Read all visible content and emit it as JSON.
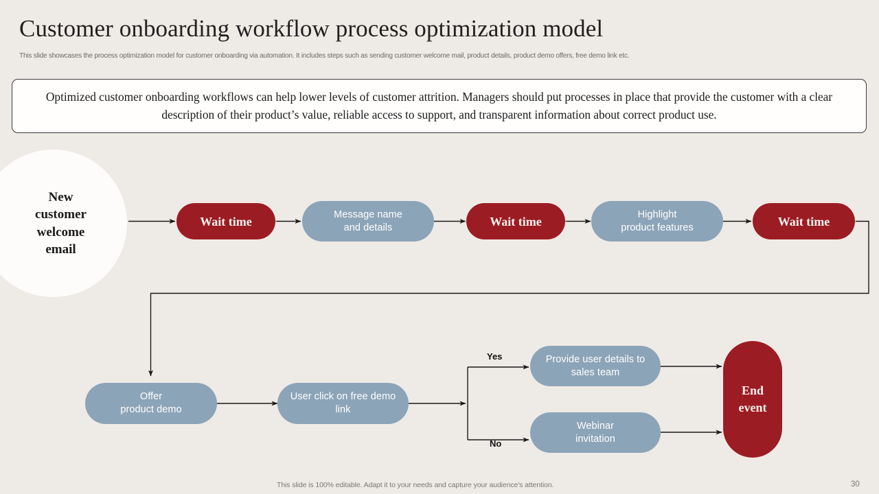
{
  "slide": {
    "title": "Customer onboarding workflow process optimization model",
    "subtitle": "This slide showcases the process optimization model for customer onboarding via automation. It includes steps such as sending customer welcome mail, product details, product demo offers, free demo link etc.",
    "callout": "Optimized customer onboarding  workflows can help lower levels of customer attrition. Managers should put processes in place that provide the customer with a clear description of their product’s value, reliable access to support, and transparent information about correct product use.",
    "footer_note": "This slide is 100% editable. Adapt it to your needs and capture your audience's attention.",
    "page_number": "30"
  },
  "colors": {
    "background": "#eeeae5",
    "accent_red": "#9c1c23",
    "accent_blue": "#8ca4b8",
    "start_circle": "#fdfcfb",
    "connector": "#1a1a1a",
    "title_text": "#231f20",
    "subtitle_text": "#6d6a68",
    "footer_text": "#7b7875"
  },
  "flow": {
    "start": {
      "label_lines": [
        "New",
        "customer",
        "welcome",
        "email"
      ],
      "label": "New customer welcome email",
      "shape": "circle"
    },
    "row_top": [
      {
        "id": "wait-time-1",
        "label": "Wait time",
        "shape": "pill",
        "style": "red"
      },
      {
        "id": "message-name-and-details",
        "label_lines": [
          "Message name",
          "and details"
        ],
        "label": "Message name and details",
        "shape": "pill",
        "style": "blue"
      },
      {
        "id": "wait-time-2",
        "label": "Wait time",
        "shape": "pill",
        "style": "red"
      },
      {
        "id": "highlight-product-features",
        "label_lines": [
          "Highlight",
          "product features"
        ],
        "label": "Highlight product features",
        "shape": "pill",
        "style": "blue"
      },
      {
        "id": "wait-time-3",
        "label": "Wait time",
        "shape": "pill",
        "style": "red"
      }
    ],
    "row_bottom": [
      {
        "id": "offer-product-demo",
        "label_lines": [
          "Offer",
          "product demo"
        ],
        "label": "Offer product demo",
        "shape": "pill",
        "style": "blue"
      },
      {
        "id": "user-click-on-free-demo-link",
        "label_lines": [
          "User click on free demo",
          "link"
        ],
        "label": "User click on free demo link",
        "shape": "pill",
        "style": "blue"
      }
    ],
    "branches": [
      {
        "id": "yes-branch",
        "condition": "Yes",
        "target_label_lines": [
          "Provide user details to",
          "sales team"
        ],
        "target_label": "Provide user details to sales team",
        "style": "blue"
      },
      {
        "id": "no-branch",
        "condition": "No",
        "target_label_lines": [
          "Webinar",
          "invitation"
        ],
        "target_label": "Webinar invitation",
        "style": "blue"
      }
    ],
    "end": {
      "label_lines": [
        "End",
        "event"
      ],
      "label": "End event",
      "shape": "pill",
      "style": "red"
    }
  }
}
